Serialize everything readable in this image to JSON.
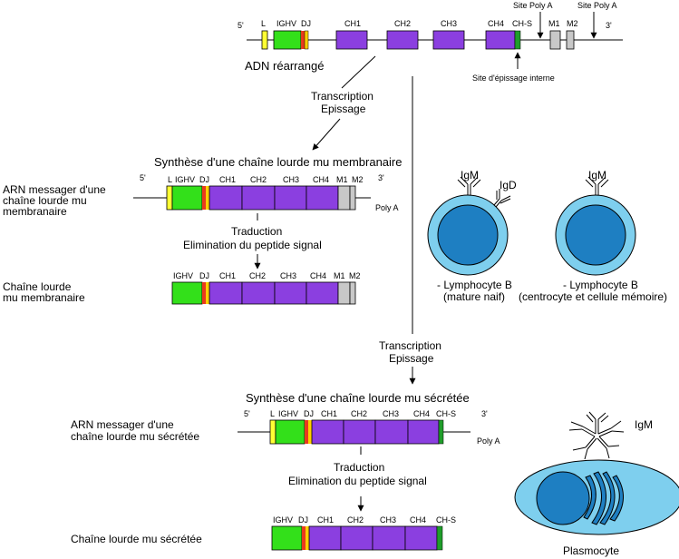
{
  "top": {
    "dna_label": "ADN réarrangé",
    "prime5": "5'",
    "prime3": "3'",
    "segments": [
      "L",
      "IGHV",
      "DJ",
      "CH1",
      "CH2",
      "CH3",
      "CH4",
      "CH-S",
      "M1",
      "M2"
    ],
    "site_poly_a_1": "Site Poly A",
    "site_poly_a_2": "Site Poly A",
    "splice_site": "Site d'épissage interne"
  },
  "left_path": {
    "transcription": "Transcription",
    "splicing": "Epissage",
    "title": "Synthèse d'une chaîne lourde mu membranaire",
    "mrna_label_1": "ARN messager d'une",
    "mrna_label_2": "chaîne lourde mu",
    "mrna_label_3": "membranaire",
    "poly_a": "Poly A",
    "prime5": "5'",
    "prime3": "3'",
    "translation": "Traduction",
    "signal_removal": "Elimination du peptide signal",
    "chain_label_1": "Chaîne lourde",
    "chain_label_2": "mu membranaire"
  },
  "cells": {
    "igm_1": "IgM",
    "igd": "IgD",
    "igm_2": "IgM",
    "cell1_line1": "- Lymphocyte B",
    "cell1_line2": "(mature naif)",
    "cell2_line1": "- Lymphocyte B",
    "cell2_line2": "(centrocyte et cellule mémoire)"
  },
  "right_path": {
    "transcription": "Transcription",
    "splicing": "Epissage",
    "title": "Synthèse d'une chaîne lourde mu sécrétée",
    "mrna_label_1": "ARN messager d'une",
    "mrna_label_2": "chaîne lourde mu sécrétée",
    "poly_a": "Poly A",
    "prime5": "5'",
    "prime3": "3'",
    "translation": "Traduction",
    "signal_removal": "Elimination du peptide signal",
    "chain_label": "Chaîne lourde mu sécrétée",
    "igm_free": "IgM",
    "plasmocyte": "Plasmocyte"
  },
  "colors": {
    "leader": "#ffff33",
    "variable": "#33e01a",
    "dj_red": "#e83a1e",
    "dj_yellow": "#ffd000",
    "constant": "#8b3fe0",
    "secreted_tail": "#1f9d2a",
    "membrane": "#c8c8c8",
    "cell_outer": "#7ecfee",
    "cell_nucleus": "#1e7fc2"
  }
}
